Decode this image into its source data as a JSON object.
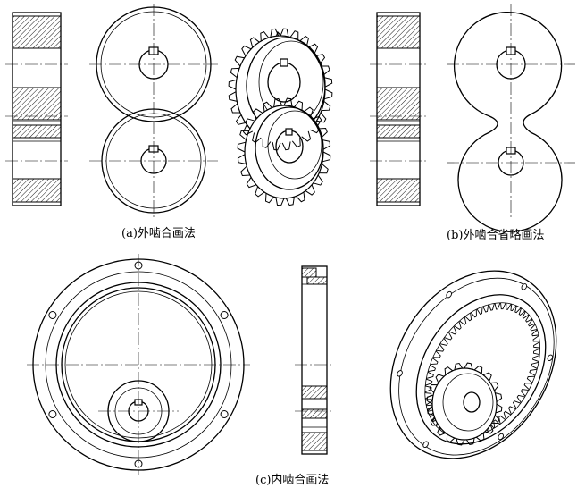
{
  "captions": {
    "a": "(a)外啮合画法",
    "b": "(b)外啮合省略画法",
    "c": "(c)内啮合画法"
  },
  "colors": {
    "line": "#000000",
    "background": "#ffffff"
  }
}
